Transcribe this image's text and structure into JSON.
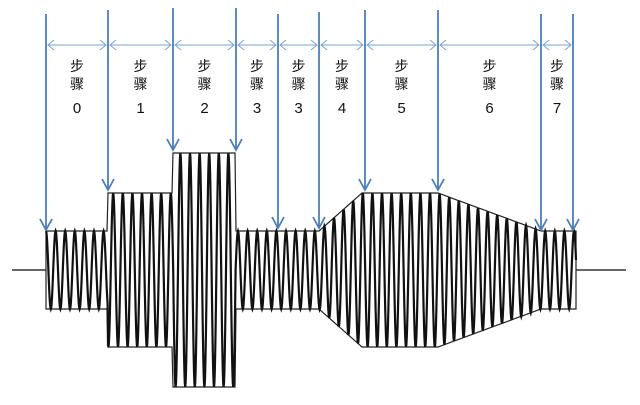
{
  "diagram": {
    "step_word_1": "步",
    "step_word_2": "骤",
    "steps": [
      {
        "number": "0",
        "amplitude": "low"
      },
      {
        "number": "1",
        "amplitude": "medium"
      },
      {
        "number": "2",
        "amplitude": "high"
      },
      {
        "number": "3",
        "amplitude": "low"
      },
      {
        "number": "3",
        "amplitude": "low"
      },
      {
        "number": "4",
        "amplitude": "ramp-up"
      },
      {
        "number": "5",
        "amplitude": "medium"
      },
      {
        "number": "6",
        "amplitude": "ramp-down"
      },
      {
        "number": "7",
        "amplitude": "low"
      }
    ],
    "colors": {
      "arrow": "#4a7ebf",
      "dimension": "#7aa3d6",
      "wave": "#111111"
    }
  }
}
